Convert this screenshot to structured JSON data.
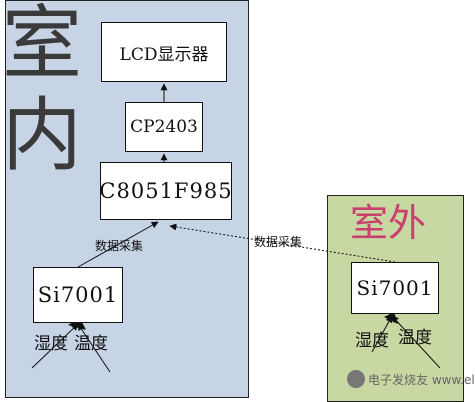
{
  "indoor": {
    "title_chars": [
      "室",
      "内"
    ],
    "lcd_label": "LCD显示器",
    "bridge_label": "CP2403",
    "mcu_label": "C8051F985",
    "sensor_label": "Si7001",
    "acquisition_label": "数据采集",
    "humidity_label": "湿度",
    "temperature_label": "温度"
  },
  "outdoor": {
    "title": "室外",
    "sensor_label": "Si7001",
    "acquisition_label": "数据采集",
    "humidity_label": "湿度",
    "temperature_label": "温度"
  },
  "watermark": {
    "text": "电子发烧友 www.elecfans.com"
  },
  "colors": {
    "indoor_bg": "#c6d4e6",
    "outdoor_bg": "#c7d8a3",
    "outdoor_title": "#c9406e"
  }
}
